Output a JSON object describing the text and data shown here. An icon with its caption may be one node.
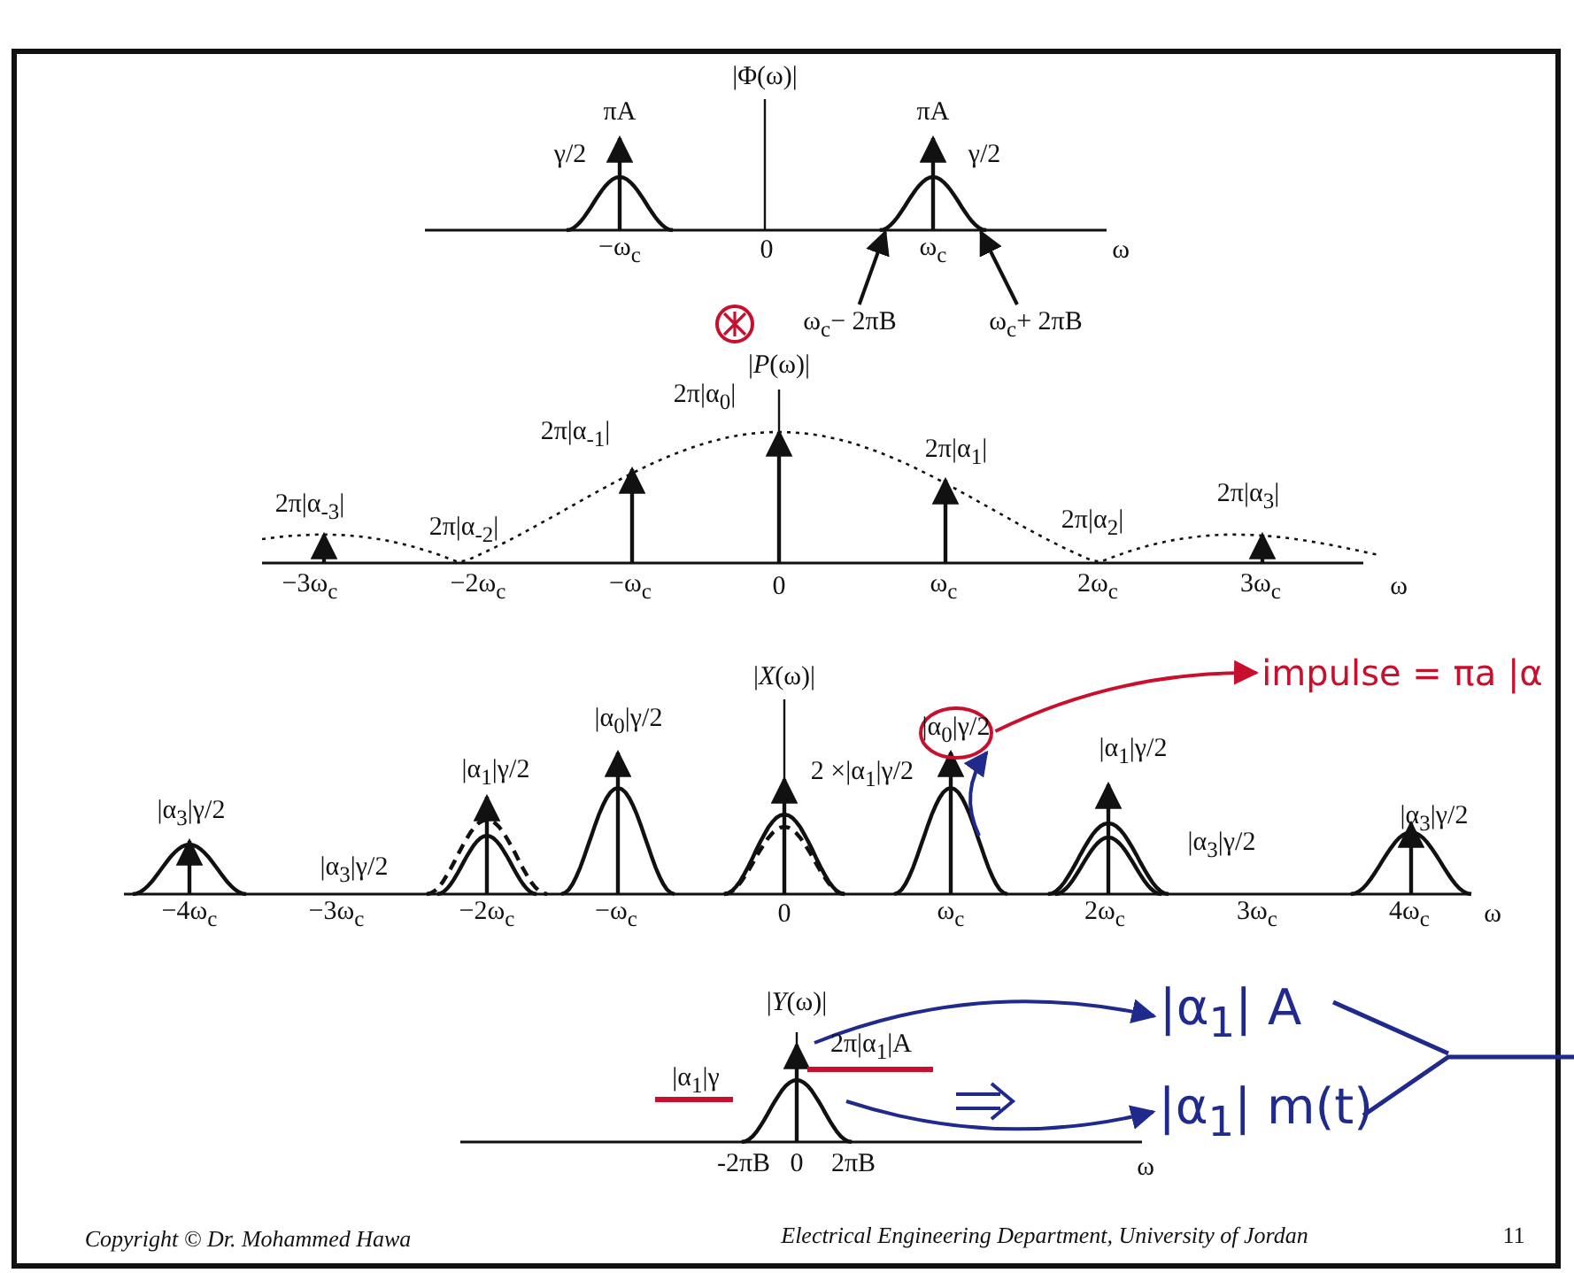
{
  "diagram": {
    "nodes": [
      {
        "text": [],
        "shape": "pulse"
      },
      {
        "text": [
          "ω$_{c}$− 2πB"
        ]
      },
      {
        "text": [
          "ω$_{c}$+ 2πB"
        ]
      },
      {
        "text": [
          "|α$_{0}$|γ/2"
        ]
      },
      {
        "text": [
          "impulse = πa |α"
        ]
      },
      {
        "text": [
          "|α$_{1}$| A"
        ]
      },
      {
        "text": [
          "|α$_{1}$| m(t)"
        ]
      }
    ],
    "edges": [
      {
        "from": 1,
        "to": 0,
        "arrow": "to",
        "color": "#111111"
      },
      {
        "from": 2,
        "to": 0,
        "arrow": "to",
        "color": "#111111"
      },
      {
        "from": 3,
        "to": 4,
        "arrow": "to",
        "color": "#c8102e"
      },
      {
        "from": null,
        "to": 3,
        "arrow": "to",
        "color": "#1f2a8c"
      },
      {
        "from": null,
        "to": 5,
        "arrow": "to",
        "color": "#1f2a8c"
      },
      {
        "from": null,
        "to": 6,
        "arrow": "to",
        "color": "#1f2a8c"
      }
    ],
    "labels": [
      "|Φ(ω)|",
      "πA",
      "πA",
      "γ/2",
      "γ/2",
      "−ω$_{c}$",
      "0",
      "ω$_{c}$",
      "ω",
      "|*P*(ω)|",
      "2π|α$_{0}$|",
      "2π|α$_{-1}$|",
      "2π|α$_{1}$|",
      "2π|α$_{-3}$|",
      "2π|α$_{-2}$|",
      "2π|α$_{2}$|",
      "2π|α$_{3}$|",
      "−3ω$_{c}$",
      "−2ω$_{c}$",
      "−ω$_{c}$",
      "0",
      "ω$_{c}$",
      "2ω$_{c}$",
      "3ω$_{c}$",
      "ω",
      "|*X*(ω)|",
      "|α$_{0}$|γ/2",
      "|α$_{1}$|γ/2",
      "|α$_{1}$|γ/2",
      "2 ×|α$_{1}$|γ/2",
      "|α$_{3}$|γ/2",
      "|α$_{3}$|γ/2",
      "|α$_{3}$|γ/2",
      "|α$_{3}$|γ/2",
      "−4ω$_{c}$",
      "−3ω$_{c}$",
      "−2ω$_{c}$",
      "−ω$_{c}$",
      "0",
      "ω$_{c}$",
      "2ω$_{c}$",
      "3ω$_{c}$",
      "4ω$_{c}$",
      "ω",
      "|*Y*(ω)|",
      "2π|α$_{1}$|A",
      "|α$_{1}$|γ",
      "-2πB",
      "0",
      "2πB",
      "ω",
      "Copyright © Dr. Mohammed Hawa",
      "Electrical Engineering Department, University of Jordan",
      "11"
    ]
  }
}
